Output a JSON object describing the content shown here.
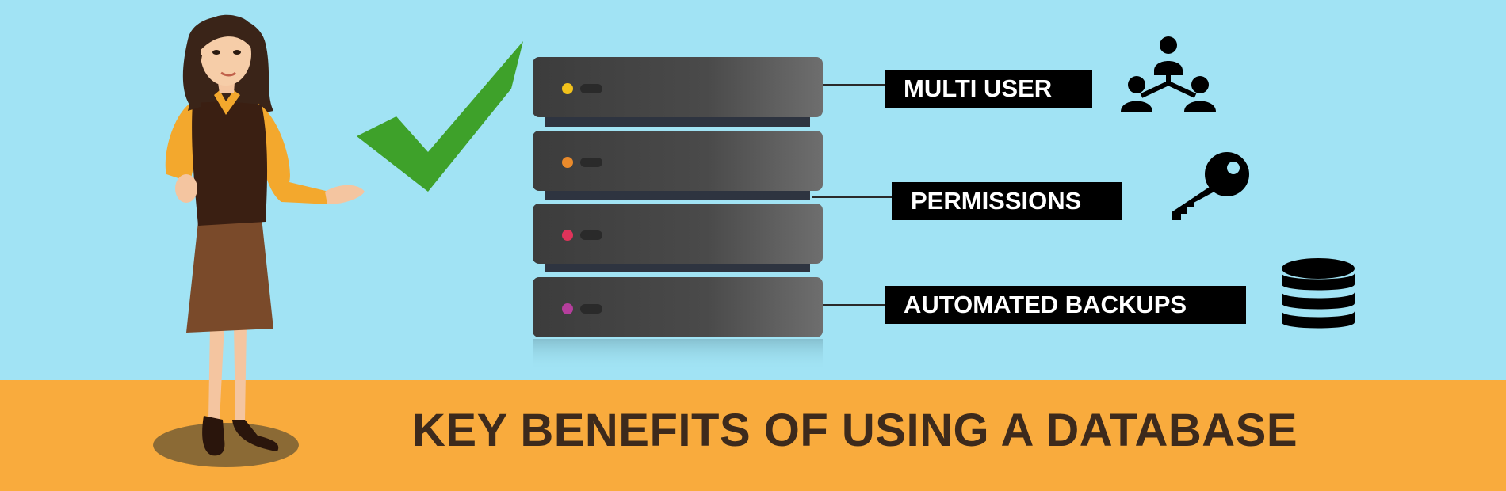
{
  "title": "KEY BENEFITS OF USING A DATABASE",
  "benefits": [
    {
      "label": "MULTI USER",
      "icon": "users-network-icon"
    },
    {
      "label": "PERMISSIONS",
      "icon": "key-icon"
    },
    {
      "label": "AUTOMATED BACKUPS",
      "icon": "database-icon"
    }
  ],
  "server": {
    "units": 4,
    "led_colors": [
      "#f2c21b",
      "#e98a2b",
      "#e0335a",
      "#b53e9c"
    ]
  },
  "colors": {
    "background": "#a1e3f4",
    "floor": "#f9ab3d",
    "title": "#3d2a1c",
    "checkmark": "#3ea12a"
  }
}
